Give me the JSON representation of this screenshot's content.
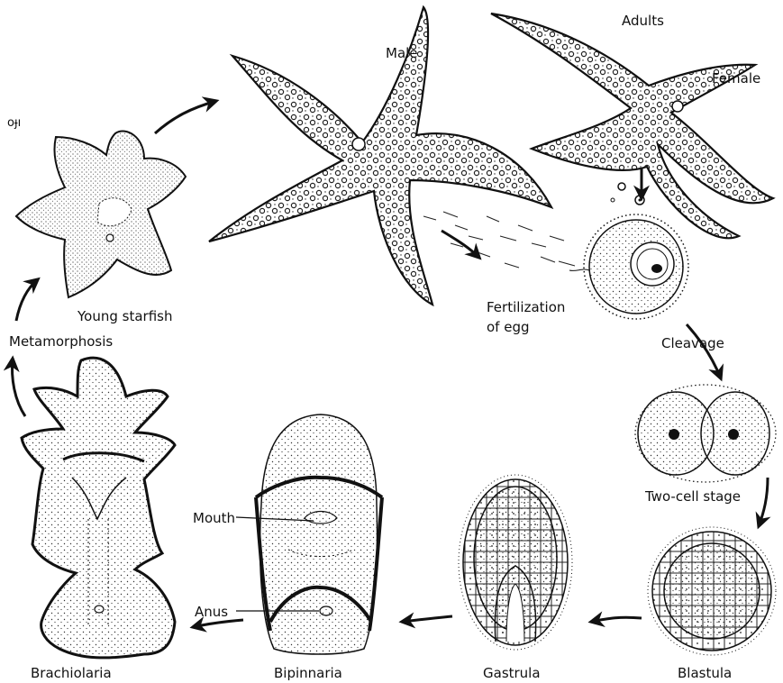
{
  "labels": {
    "adults": "Adults",
    "male": "Male",
    "female": "Female",
    "young_starfish": "Young starfish",
    "metamorphosis": "Metamorphosis",
    "fertilization_line1": "Fertilization",
    "fertilization_line2": "of egg",
    "cleavage": "Cleavage",
    "two_cell_stage": "Two-cell stage",
    "blastula": "Blastula",
    "gastrula": "Gastrula",
    "bipinnaria": "Bipinnaria",
    "brachiolaria": "Brachiolaria",
    "mouth": "Mouth",
    "anus": "Anus",
    "corner_mark": "oɟı"
  }
}
